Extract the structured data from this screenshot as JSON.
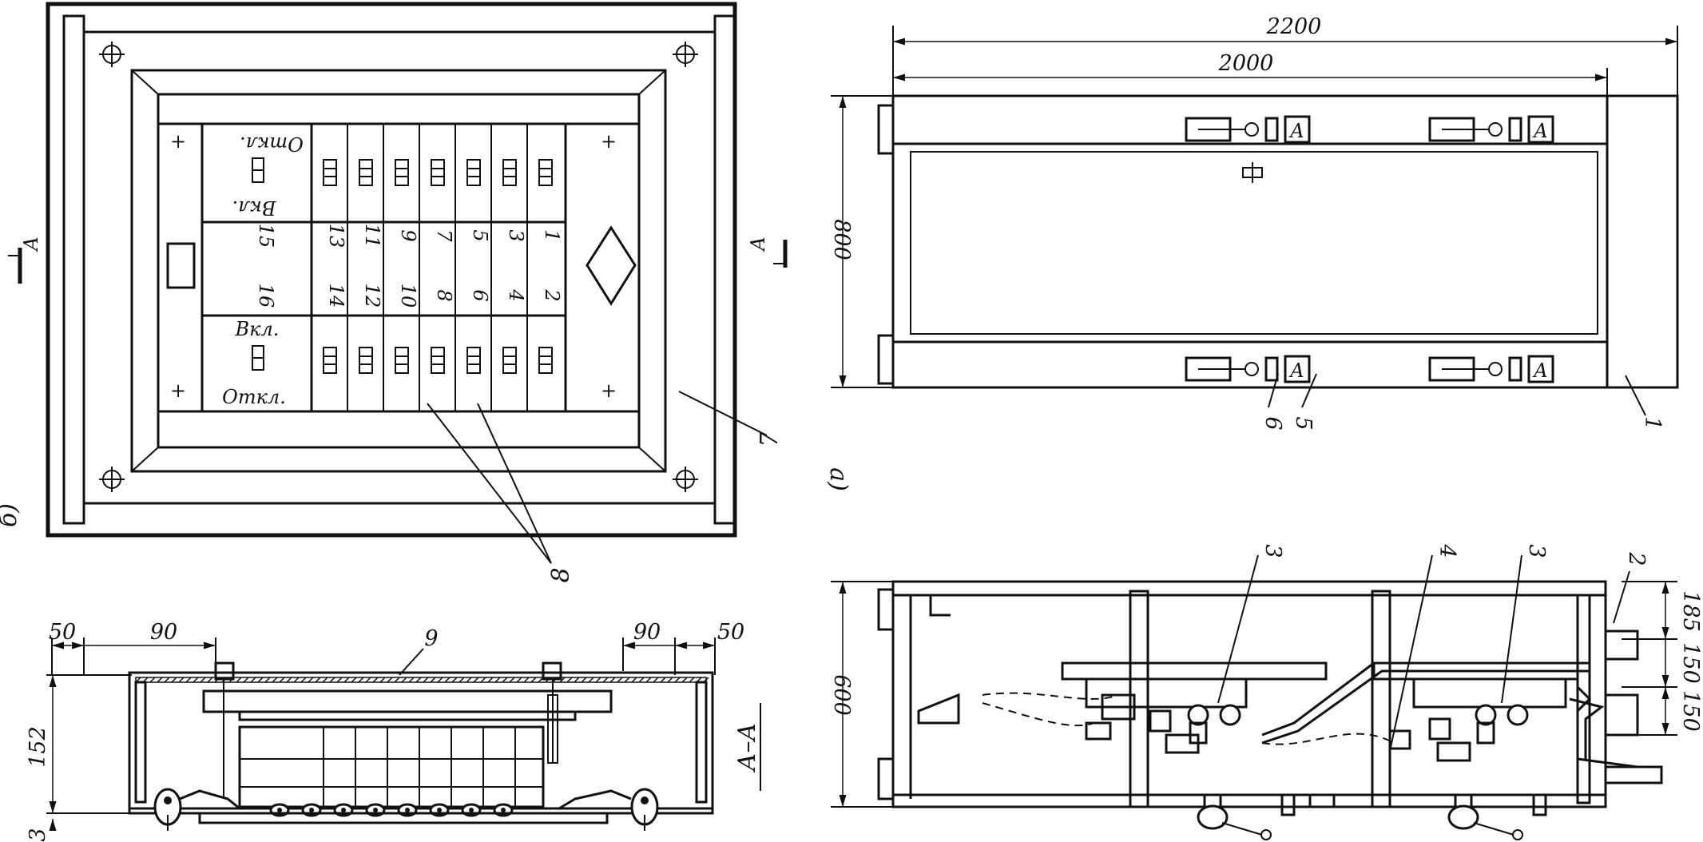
{
  "view_b": {
    "view_label": "б)",
    "cell_numbers_top": [
      "1",
      "3",
      "5",
      "7",
      "9",
      "11",
      "13",
      "15"
    ],
    "cell_numbers_bottom": [
      "2",
      "4",
      "6",
      "8",
      "10",
      "12",
      "14",
      "16"
    ],
    "off_top": "Откл.",
    "on_top": "Вкл.",
    "on_bottom": "Вкл.",
    "off_bottom": "Откл.",
    "section_mark_left": "А",
    "section_mark_right": "А",
    "callout_7": "7",
    "callout_8": "8"
  },
  "view_a": {
    "view_label": "а)",
    "dim_overall_length": "2200",
    "dim_inner_length": "2000",
    "dim_height": "800",
    "callout_1": "1",
    "callout_5": "5",
    "callout_6": "6",
    "plate_letter": "А"
  },
  "section_aa": {
    "title": "А–А",
    "dim_left_50": "50",
    "dim_left_90": "90",
    "dim_right_90": "90",
    "dim_right_50": "50",
    "dim_height_152": "152",
    "dim_3": "3",
    "callout_9": "9"
  },
  "side_section": {
    "dim_height_600": "600",
    "dim_185": "185",
    "dim_150a": "150",
    "dim_150b": "150",
    "callout_2": "2",
    "callout_3a": "3",
    "callout_3b": "3",
    "callout_4": "4"
  }
}
